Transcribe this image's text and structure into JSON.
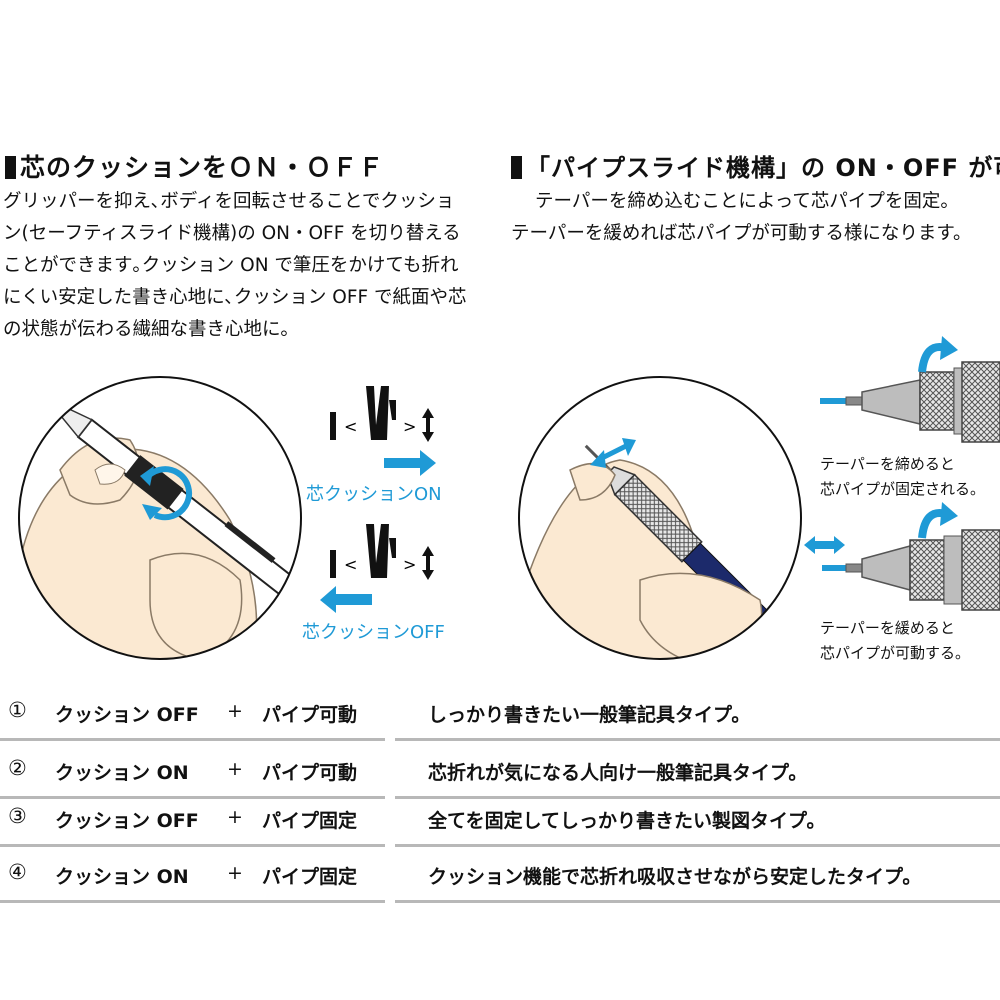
{
  "left": {
    "heading": "芯のクッションをＯＮ・ＯＦＦ",
    "lines": [
      "グリッパーを抑え､ボディを回転させることでクッショ",
      "ン(セーフティスライド機構)の ON・OFF を切り替える",
      "ことができます｡クッション ON で筆圧をかけても折れ",
      "にくい安定した書き心地に､クッション OFF で紙面や芯",
      "の状態が伝わる繊細な書き心地に｡"
    ],
    "on_label": "芯クッションON",
    "off_label": "芯クッションOFF"
  },
  "right": {
    "heading": "「パイプスライド機構」の ON・OFF が可能",
    "lines": [
      "テーパーを締め込むことによって芯パイプを固定。",
      "テーパーを緩めれば芯パイプが可動する様になります。"
    ],
    "fixed_caption": [
      "テーパーを締めると",
      "芯パイプが固定される。"
    ],
    "movable_caption": [
      "テーパーを緩めると",
      "芯パイプが可動する。"
    ]
  },
  "table": {
    "rows": [
      {
        "num": "①",
        "cushion": "クッション OFF",
        "plus": "+",
        "pipe": "パイプ可動",
        "desc": "しっかり書きたい一般筆記具タイプ。"
      },
      {
        "num": "②",
        "cushion": "クッション ON",
        "plus": "+",
        "pipe": "パイプ可動",
        "desc": "芯折れが気になる人向け一般筆記具タイプ。"
      },
      {
        "num": "③",
        "cushion": "クッション OFF",
        "plus": "+",
        "pipe": "パイプ固定",
        "desc": "全てを固定してしっかり書きたい製図タイプ。"
      },
      {
        "num": "④",
        "cushion": "クッション ON",
        "plus": "+",
        "pipe": "パイプ固定",
        "desc": "クッション機能で芯折れ吸収させながら安定したタイプ。"
      }
    ]
  },
  "colors": {
    "accent": "#1f9ad6",
    "skin": "#fbe9d2",
    "navy": "#1c2a6b",
    "rule": "#b8b8b8"
  }
}
